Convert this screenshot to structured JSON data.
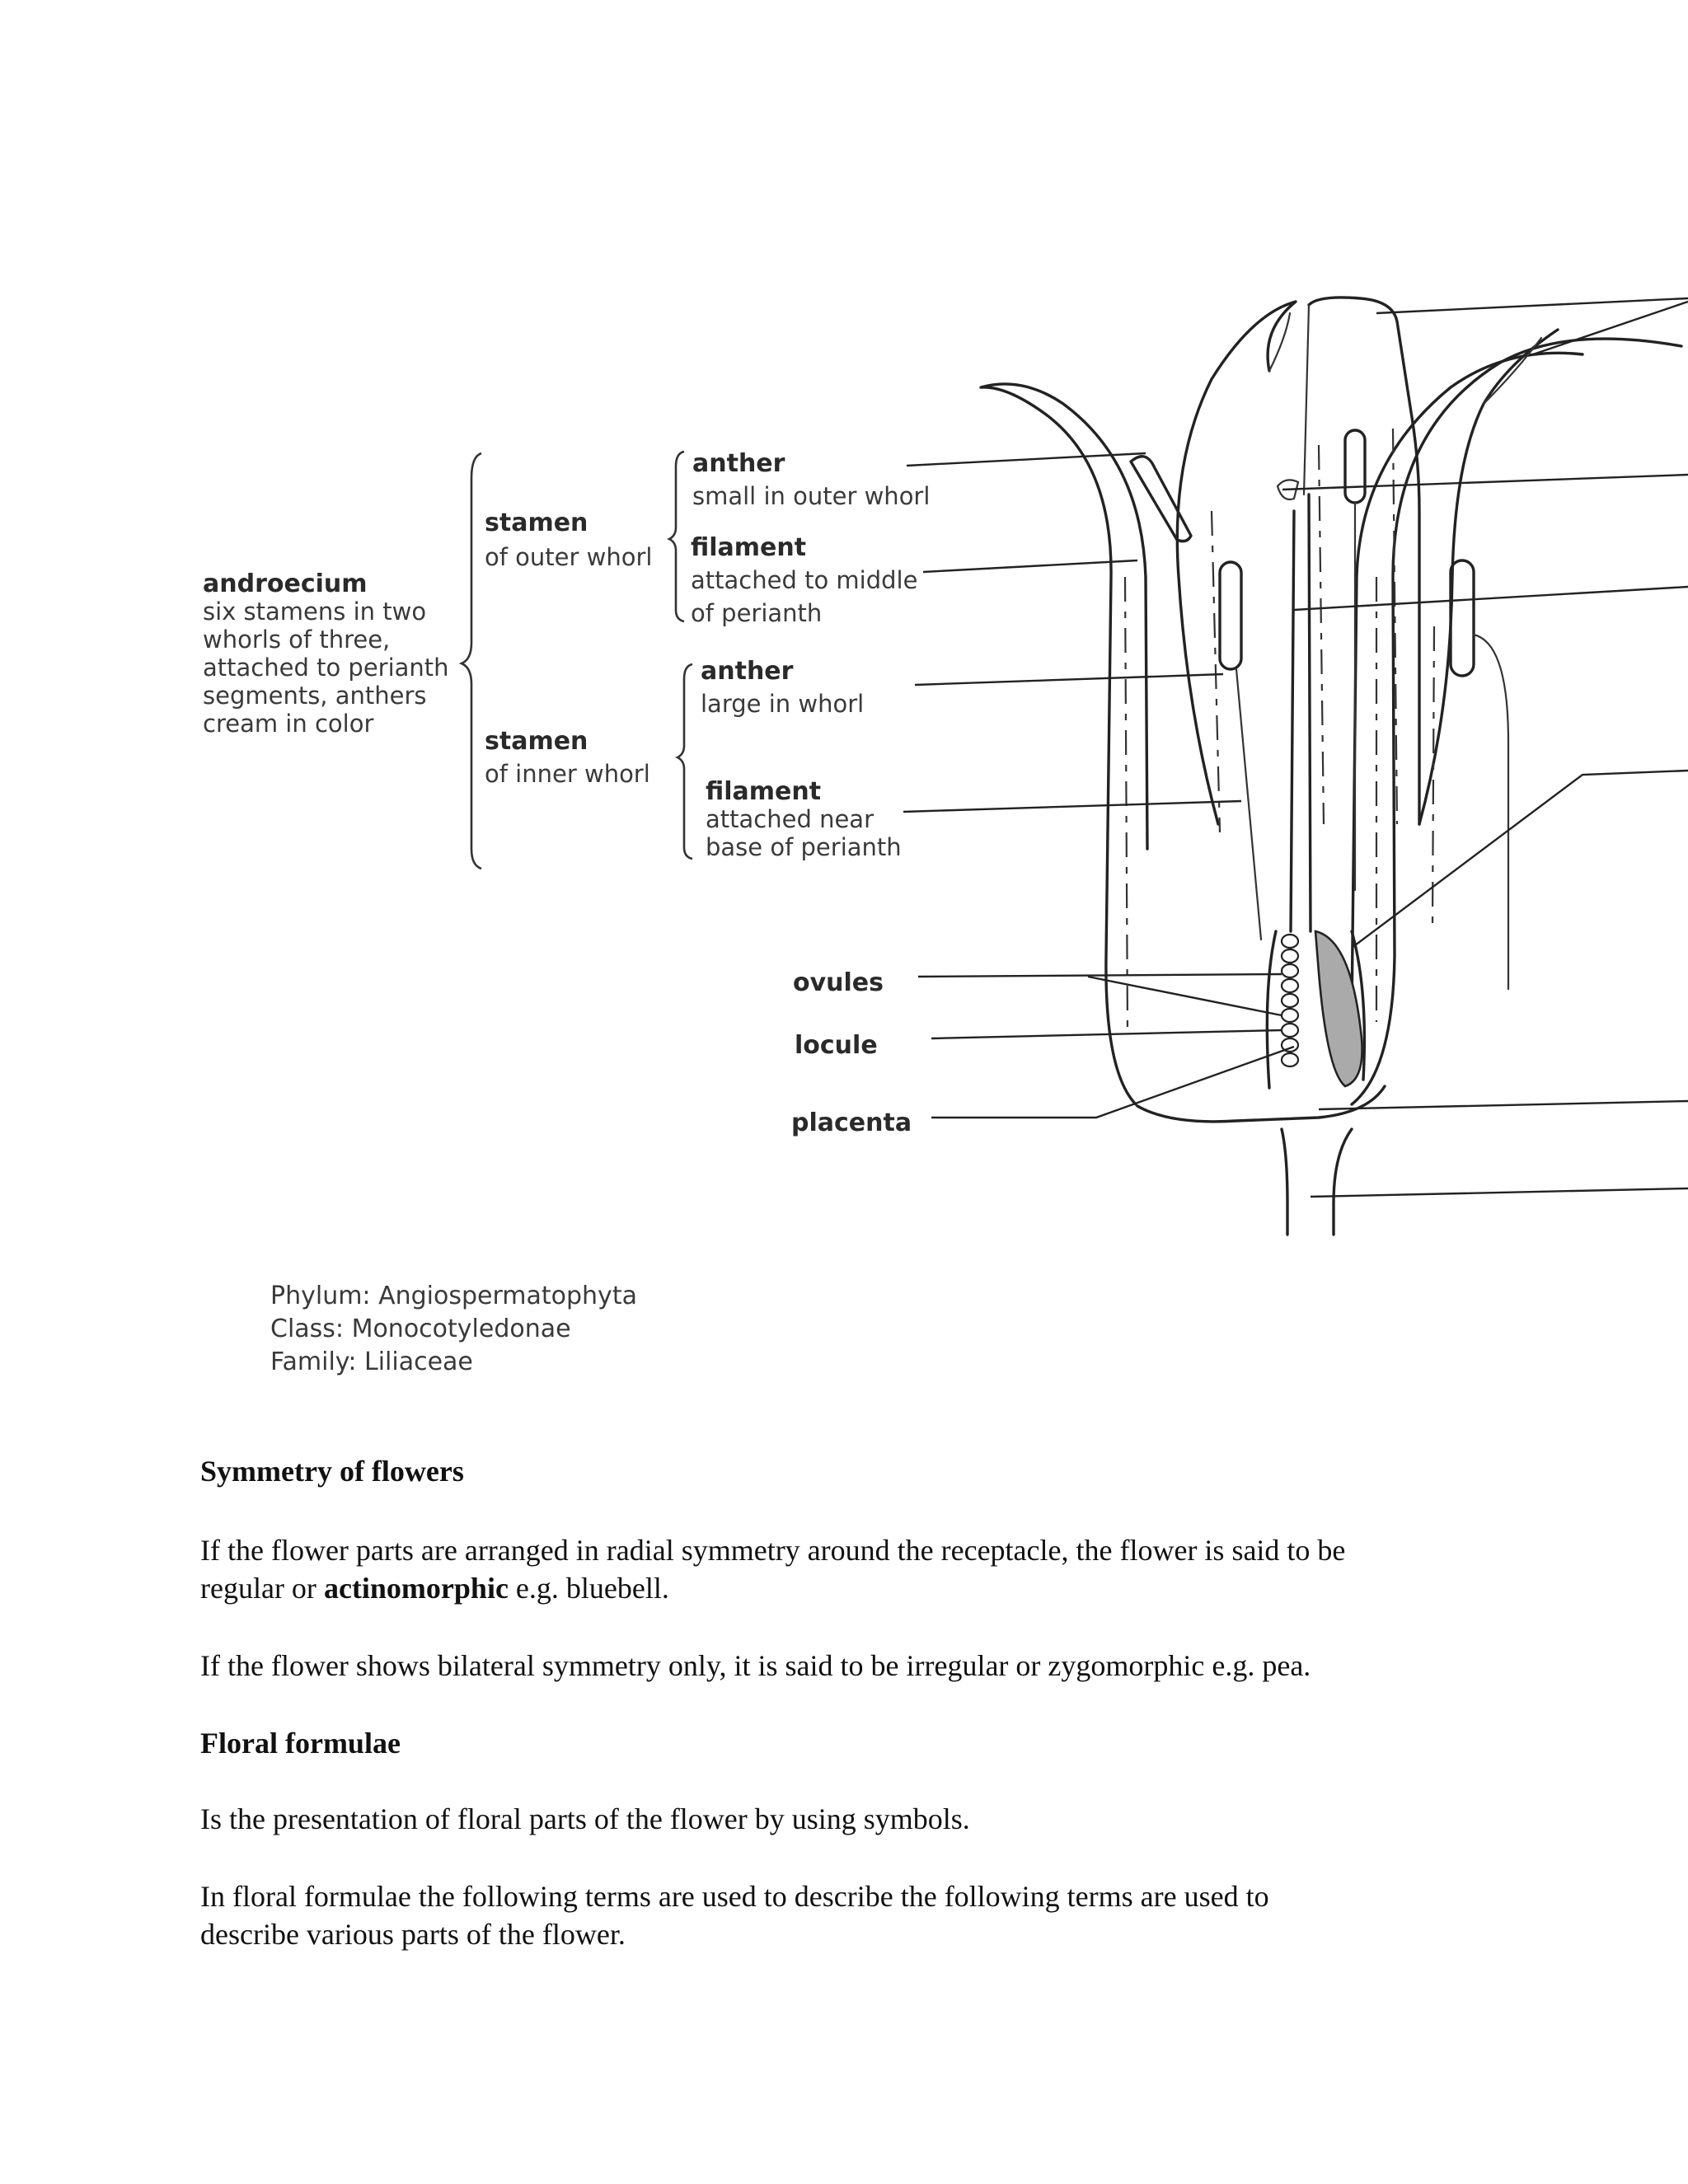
{
  "diagram": {
    "androecium": {
      "title": "androecium",
      "lines": [
        "six stamens in two",
        "whorls of three,",
        "attached to perianth",
        "segments, anthers",
        "cream in color"
      ]
    },
    "stamen_outer": {
      "title": "stamen",
      "sub": "of outer whorl"
    },
    "stamen_inner": {
      "title": "stamen",
      "sub": "of inner whorl"
    },
    "anther_outer": {
      "title": "anther",
      "sub": "small in outer whorl"
    },
    "filament_outer": {
      "title": "filament",
      "lines": [
        "attached to middle",
        "of perianth"
      ]
    },
    "anther_inner": {
      "title": "anther",
      "sub": "large in whorl"
    },
    "filament_inner": {
      "title": "filament",
      "lines": [
        "attached near",
        "base of perianth"
      ]
    },
    "ovules": "ovules",
    "locule": "locule",
    "placenta": "placenta",
    "classification": [
      "Phylum: Angiospermatophyta",
      "Class: Monocotyledonae",
      "Family: Liliaceae"
    ]
  },
  "content": {
    "heading1": "Symmetry  of flowers",
    "para1_a": "If the flower  parts are arranged  in radial  symmetry  around the receptacle, the flower  is said to be",
    "para1_b_pre": "regular  or ",
    "para1_b_bold": "actinomorphic",
    "para1_b_post": "  e.g. bluebell.",
    "para2": "If the flower  shows bilateral  symmetry  only,  it is said to be irregular  or zygomorphic  e.g. pea.",
    "heading2": "Floral  formulae",
    "para3": "Is the presentation  of floral  parts of the flower  by using  symbols.",
    "para4_a": "In floral  formulae  the following  terms are used to describe the following  terms are used to",
    "para4_b": "describe various  parts of the flower."
  }
}
